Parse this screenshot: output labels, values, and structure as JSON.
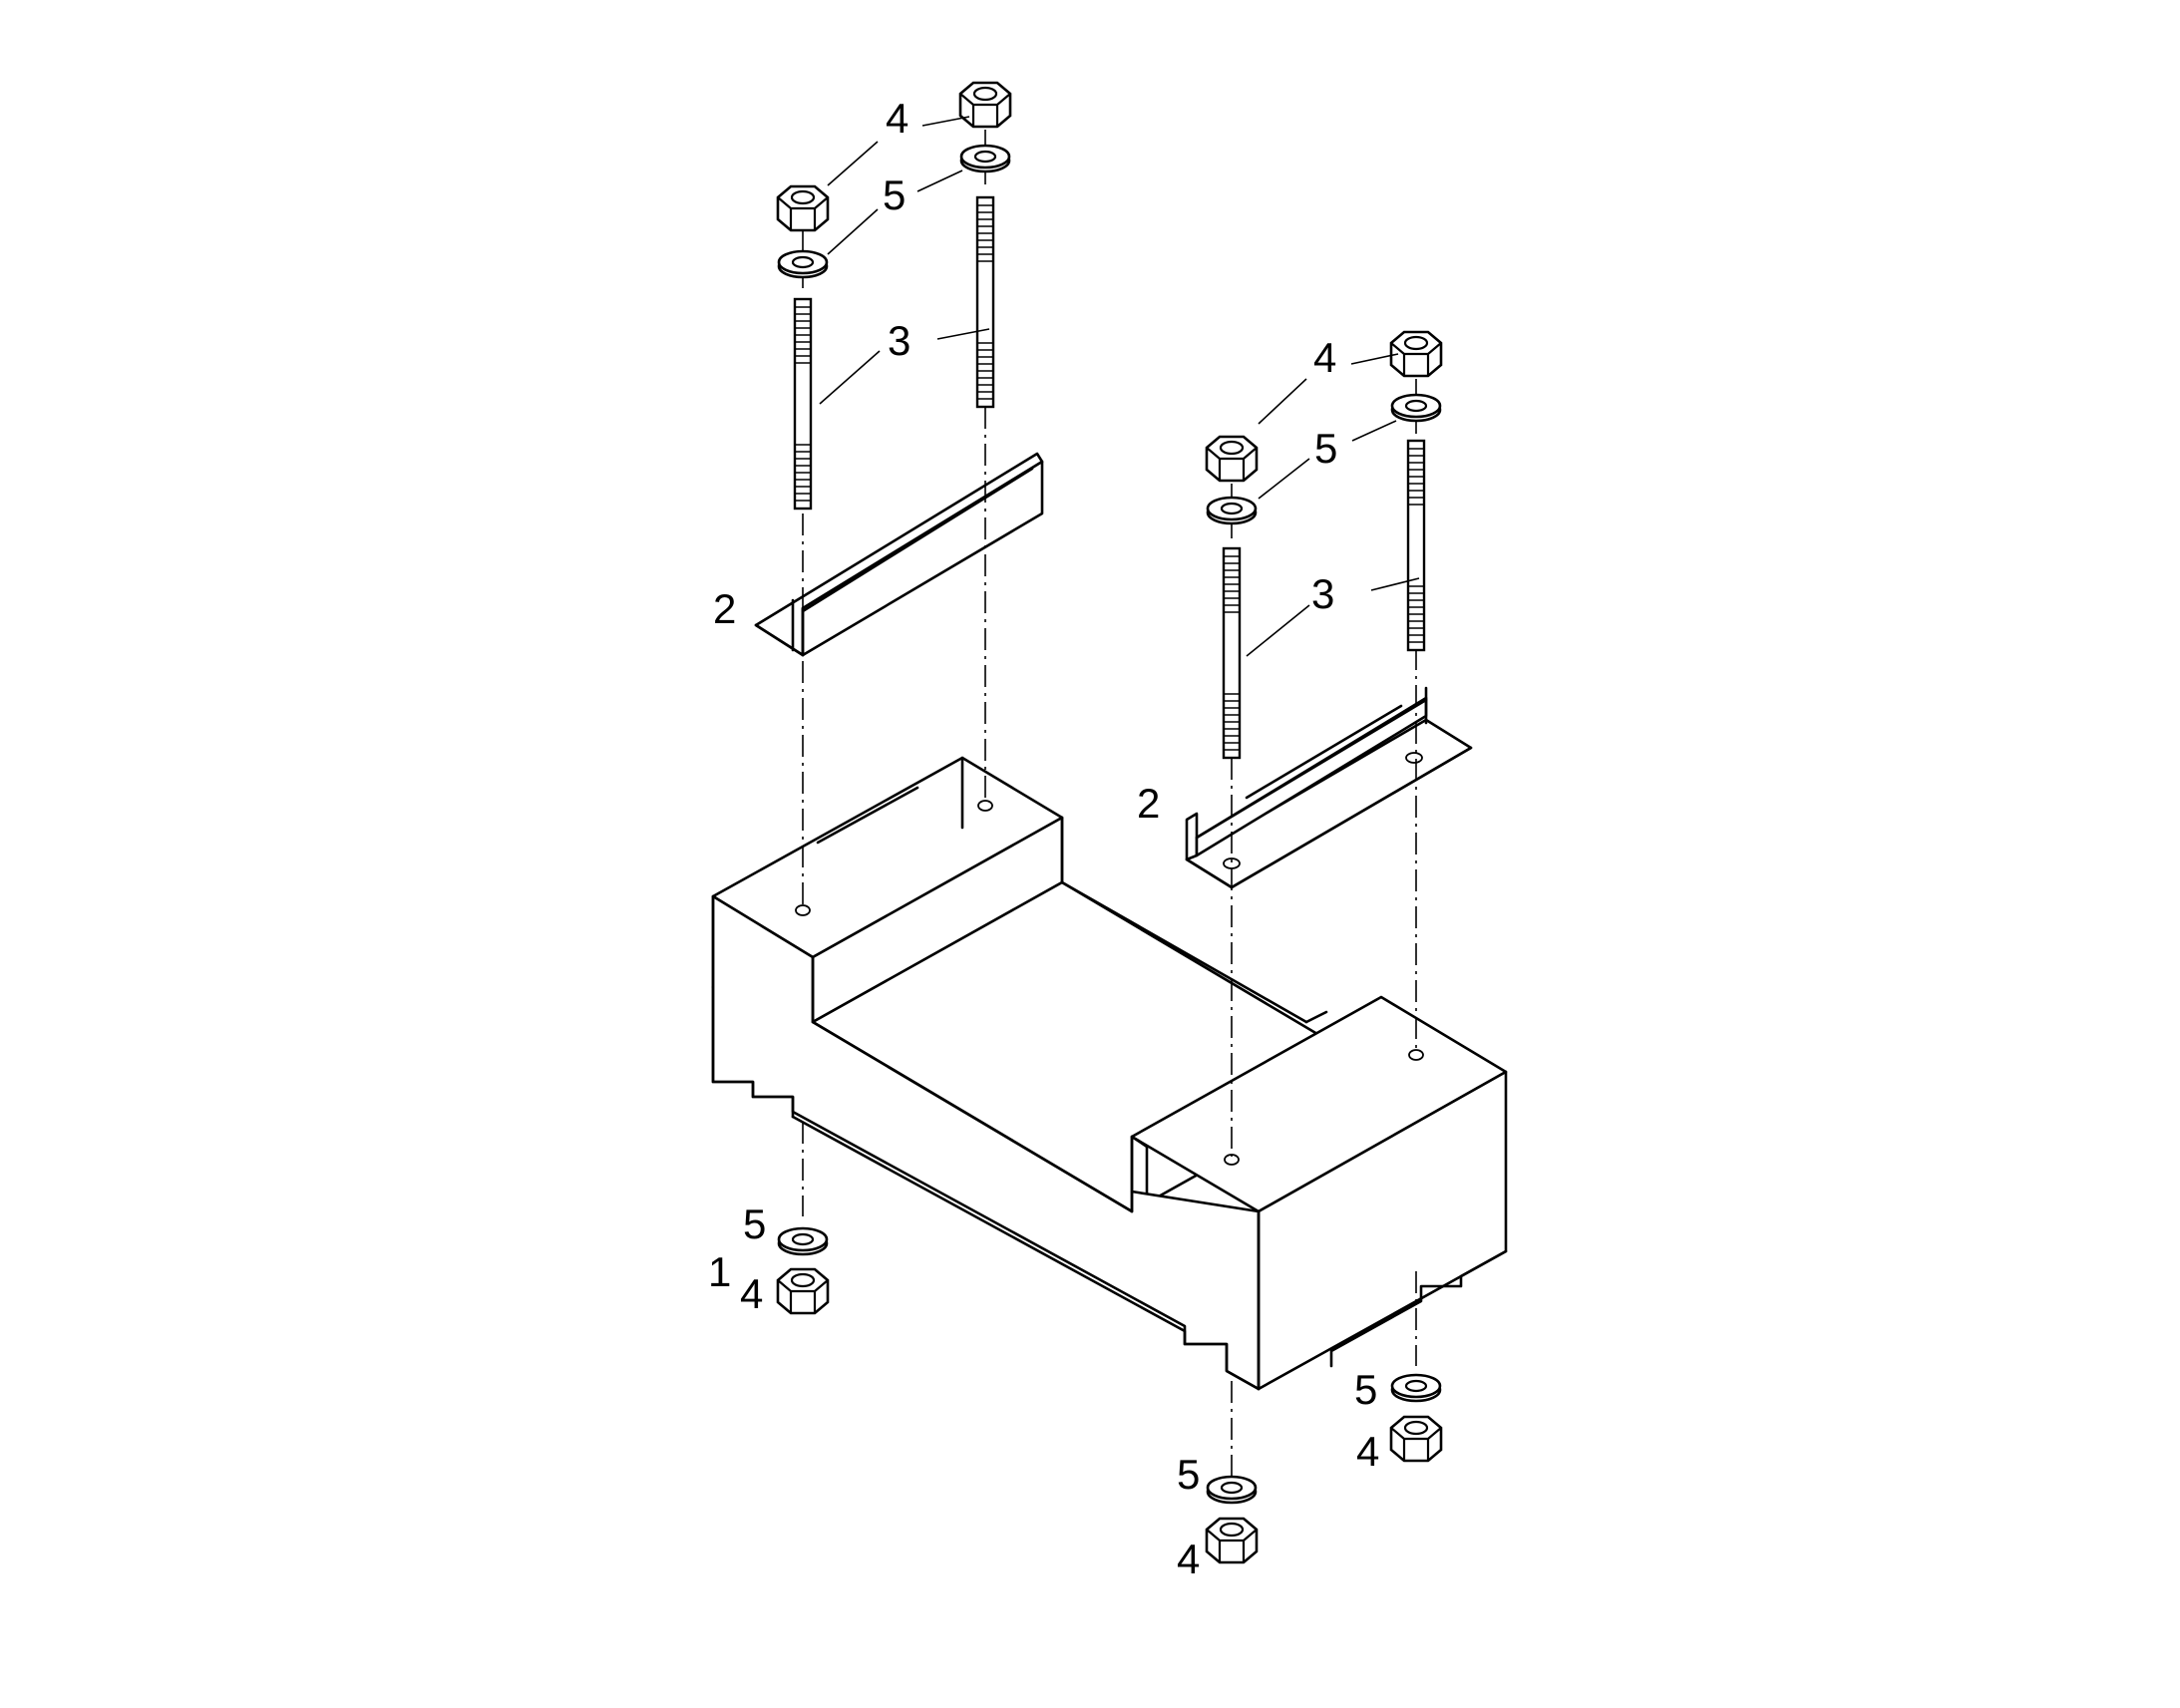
{
  "callouts": {
    "base_block": "1",
    "angle_bracket_left": "2",
    "angle_bracket_right": "2",
    "stud_1": "3",
    "stud_2": "3",
    "stud_3": "3",
    "stud_4": "3",
    "nut_top_1": "4",
    "nut_top_2": "4",
    "nut_top_3": "4",
    "nut_top_4": "4",
    "washer_top_1": "5",
    "washer_top_2": "5",
    "washer_top_3": "5",
    "washer_top_4": "5",
    "washer_bottom_1": "5",
    "washer_bottom_2": "5",
    "washer_bottom_3": "5",
    "nut_bottom_1": "4",
    "nut_bottom_2": "4",
    "nut_bottom_3": "4"
  }
}
